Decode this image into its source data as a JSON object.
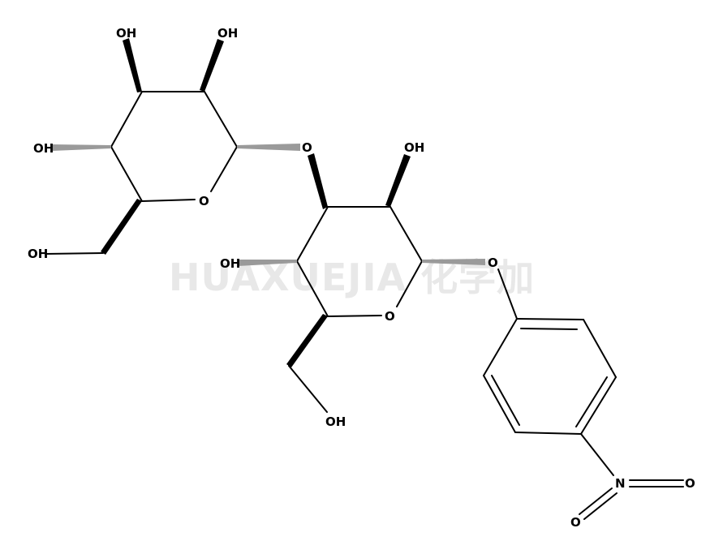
{
  "watermark": "HUAXUEJIA 化学加",
  "atoms": {
    "ring1_oh_top_left": "OH",
    "ring1_oh_top_right": "OH",
    "ring1_oh_left": "OH",
    "ring1_ch2oh": "OH",
    "ring1_ring_oxygen": "O",
    "glycosidic_oxygen": "O",
    "ring2_oh_top": "OH",
    "ring2_oh_left": "OH",
    "ring2_ring_oxygen": "O",
    "ring2_ch2oh": "OH",
    "aryl_ether_oxygen": "O",
    "nitro_nitrogen": "N",
    "nitro_oxygen_right": "O",
    "nitro_oxygen_left": "O"
  },
  "colors": {
    "bond": "#000000",
    "hash_wedge": "#9a9a9a",
    "watermark": "#e8e8e8"
  }
}
